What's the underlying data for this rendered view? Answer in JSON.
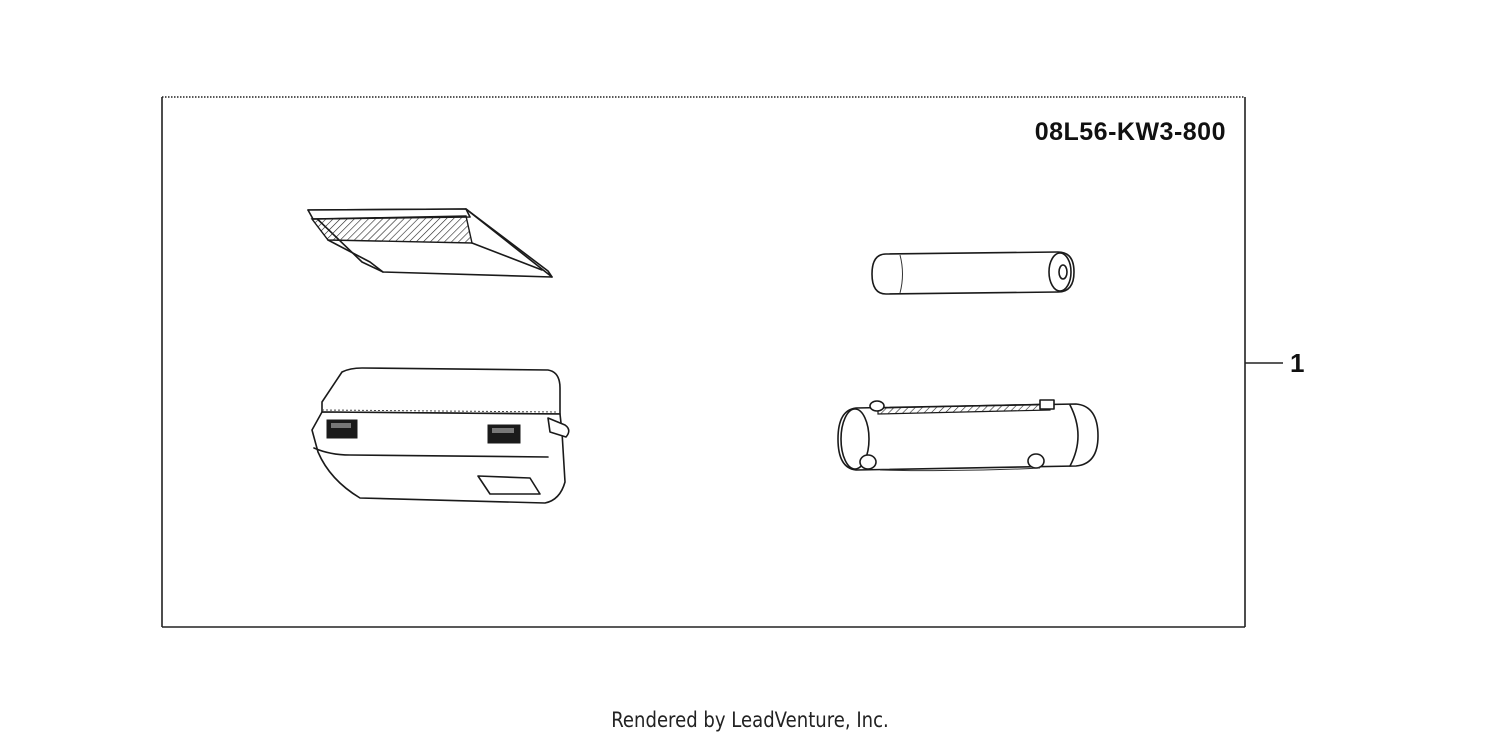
{
  "diagram": {
    "part_number": "08L56-KW3-800",
    "callouts": [
      {
        "label": "1"
      }
    ],
    "parts": [
      {
        "icon": "wedge-plate-icon"
      },
      {
        "icon": "cylindrical-roll-icon"
      },
      {
        "icon": "saddlebag-case-icon"
      },
      {
        "icon": "tube-case-icon"
      }
    ]
  },
  "footer": {
    "text": "Rendered by LeadVenture, Inc."
  }
}
